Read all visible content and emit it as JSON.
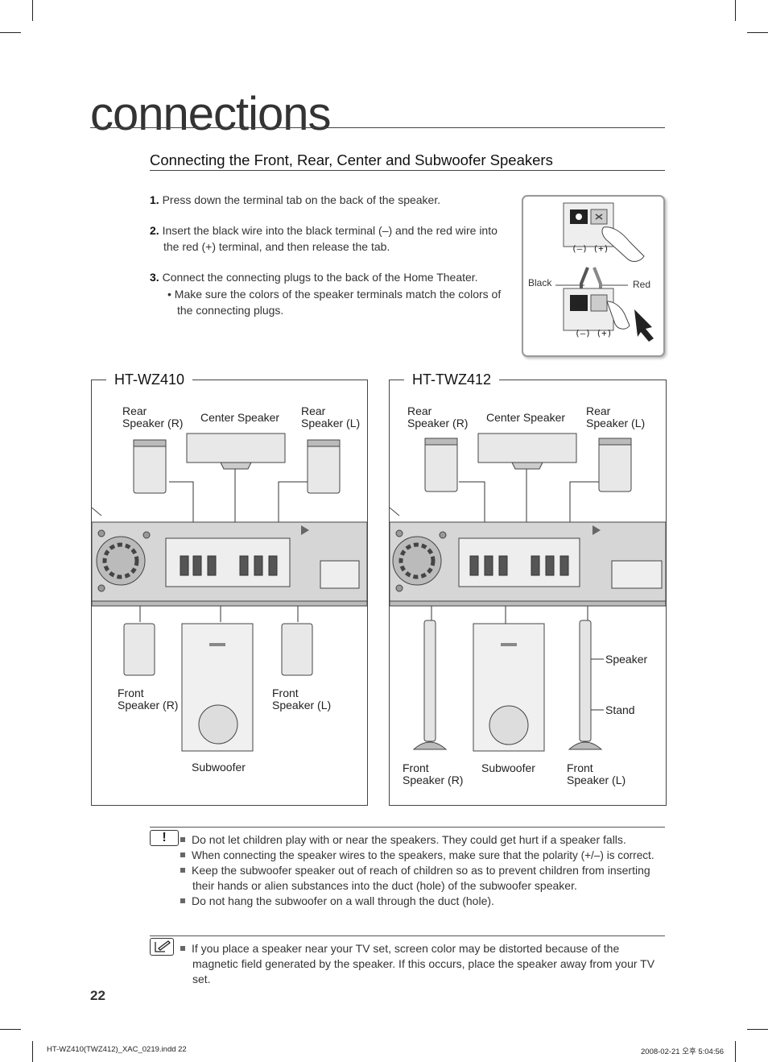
{
  "chapter_title": "connections",
  "section_title": "Connecting the Front, Rear, Center and Subwoofer Speakers",
  "steps": [
    {
      "num": "1.",
      "text": "Press down the terminal tab on the back of the speaker."
    },
    {
      "num": "2.",
      "text": "Insert the black wire into the black terminal (–) and the red wire into the red (+) terminal, and then release the tab."
    },
    {
      "num": "3.",
      "text": "Connect the connecting plugs to the back of the Home Theater."
    }
  ],
  "step3_bullet": "Make sure the colors of the speaker terminals match the colors of the connecting plugs.",
  "terminal_figure": {
    "label_black": "Black",
    "label_red": "Red",
    "polarity": "(–)  (+)"
  },
  "models": [
    {
      "title": "HT-WZ410",
      "labels": {
        "rear_r": [
          "Rear",
          "Speaker (R)"
        ],
        "center": "Center Speaker",
        "rear_l": [
          "Rear",
          "Speaker (L)"
        ],
        "front_r": [
          "Front",
          "Speaker (R)"
        ],
        "front_l": [
          "Front",
          "Speaker (L)"
        ],
        "subwoofer": "Subwoofer"
      }
    },
    {
      "title": "HT-TWZ412",
      "labels": {
        "rear_r": [
          "Rear",
          "Speaker (R)"
        ],
        "center": "Center Speaker",
        "rear_l": [
          "Rear",
          "Speaker (L)"
        ],
        "front_r": [
          "Front",
          "Speaker (R)"
        ],
        "front_l": [
          "Front",
          "Speaker (L)"
        ],
        "subwoofer": "Subwoofer",
        "speaker": "Speaker",
        "stand": "Stand"
      }
    }
  ],
  "caution_items": [
    "Do not let children play with or near the speakers. They could get hurt if a speaker falls.",
    "When connecting the speaker wires to the speakers, make sure that the polarity (+/–) is correct.",
    "Keep the subwoofer speaker out of reach of children so as to prevent children from inserting their hands or alien substances into the duct (hole) of the subwoofer speaker.",
    "Do not hang the subwoofer on a wall through the duct (hole)."
  ],
  "note_items": [
    "If you place a speaker near your TV set, screen color may be distorted because of the magnetic field generated by the speaker. If this occurs, place the speaker away from your TV set."
  ],
  "page_number": "22",
  "footer": {
    "file": "HT-WZ410(TWZ412)_XAC_0219.indd   22",
    "date": "2008-02-21   오후 5:04:56"
  }
}
